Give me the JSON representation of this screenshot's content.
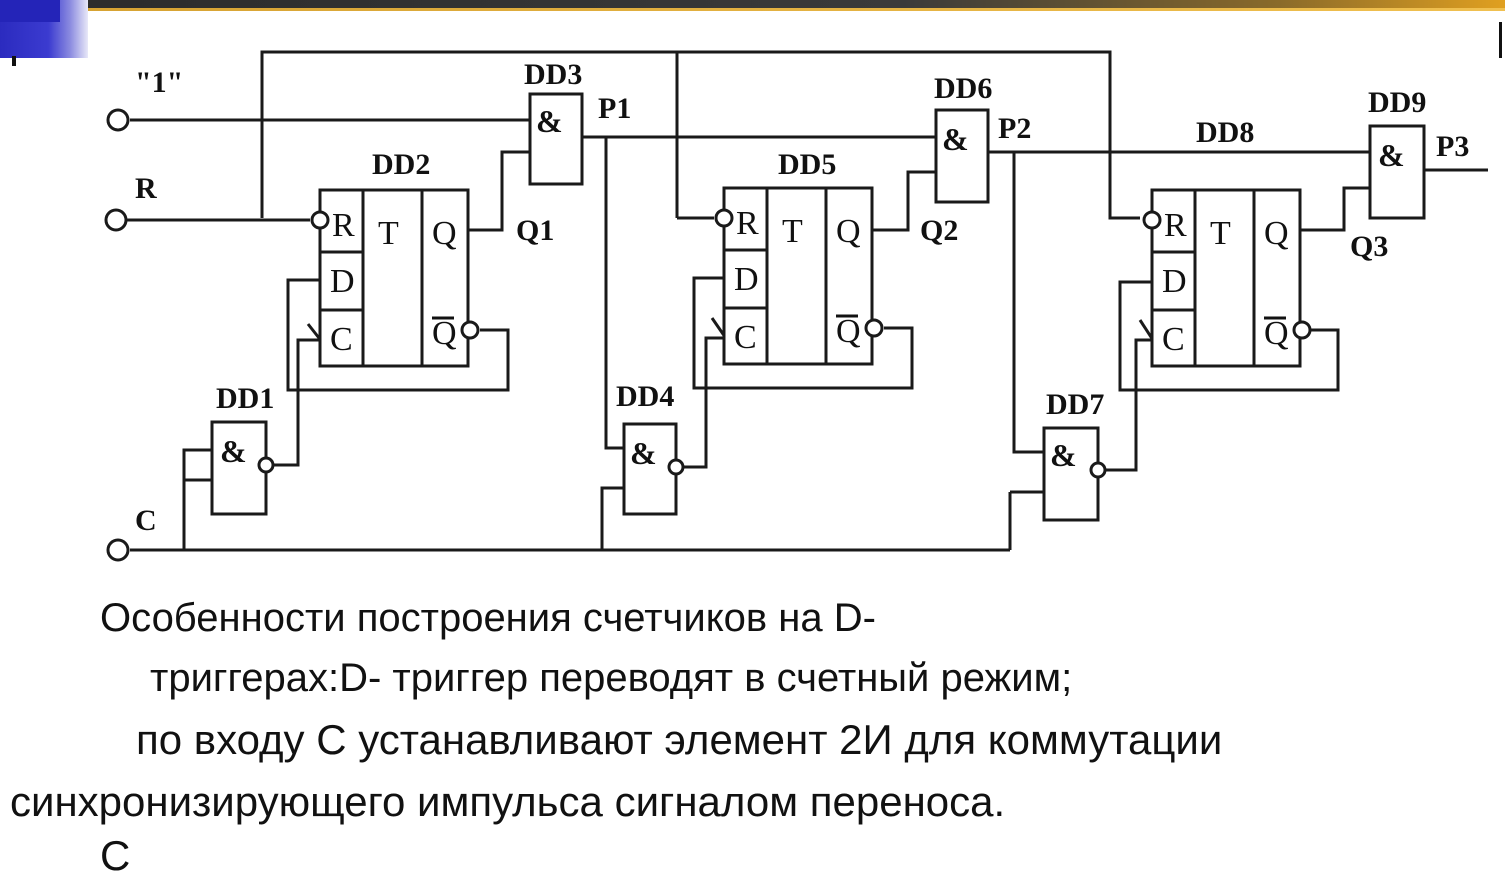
{
  "diagram": {
    "inputs": {
      "one": "\"1\"",
      "r": "R",
      "c": "C"
    },
    "gates": {
      "dd1": "DD1",
      "dd3": "DD3",
      "dd4": "DD4",
      "dd6": "DD6",
      "dd7": "DD7",
      "dd9": "DD9",
      "and_symbol": "&"
    },
    "triggers": {
      "dd2": "DD2",
      "dd5": "DD5",
      "dd8": "DD8",
      "pin_r": "R",
      "pin_d": "D",
      "pin_c": "C",
      "pin_t": "T",
      "pin_q": "Q",
      "pin_qbar": "Q"
    },
    "outputs": {
      "q1": "Q1",
      "q2": "Q2",
      "q3": "Q3",
      "p1": "P1",
      "p2": "P2",
      "p3": "P3"
    }
  },
  "text": {
    "line1": "Особенности построения счетчиков на D-",
    "line2": "триггерах:D- триггер переводят в счетный режим;",
    "line3": "по входу С устанавливают элемент 2И для коммутации",
    "line4": "синхронизирующего импульса сигналом переноса.",
    "line5": "С"
  }
}
